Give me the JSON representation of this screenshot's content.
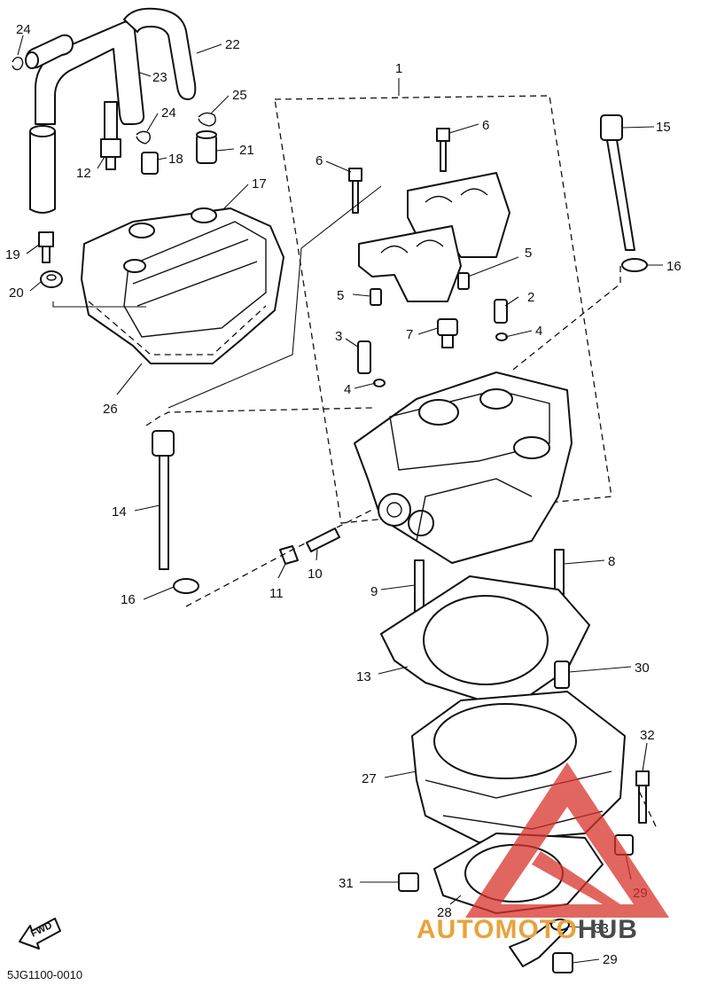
{
  "diagram": {
    "callouts": [
      "1",
      "2",
      "3",
      "4",
      "4",
      "5",
      "5",
      "6",
      "6",
      "7",
      "8",
      "9",
      "10",
      "11",
      "12",
      "13",
      "14",
      "15",
      "16",
      "16",
      "17",
      "18",
      "19",
      "20",
      "21",
      "22",
      "23",
      "24",
      "24",
      "25",
      "26",
      "27",
      "28",
      "29",
      "29",
      "30",
      "31",
      "32",
      "33"
    ],
    "drawing_code": "5JG1100-0010",
    "fwd_label": "FWD"
  },
  "watermark": {
    "prefix": "AUTOMOTO",
    "suffix": "HUB",
    "colors": {
      "accent": "#e8a33a",
      "dark": "#4a4a4a",
      "logo": "#d9342b"
    }
  }
}
